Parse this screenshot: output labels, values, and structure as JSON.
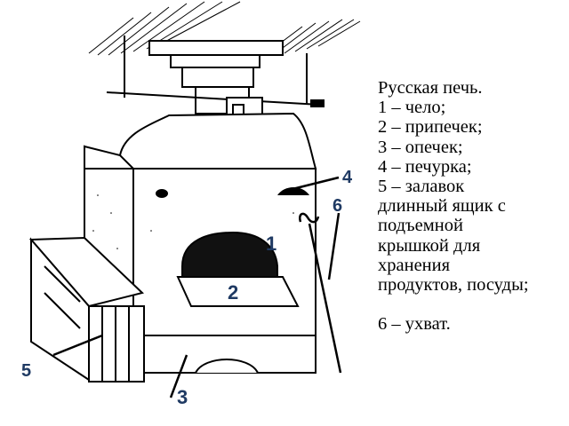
{
  "caption": {
    "title": "Русская печь.",
    "items": [
      "1 – чело;",
      "2 – припечек;",
      "3 – опечек;",
      "4 – печурка;",
      "5 – залавок"
    ],
    "item5_description": [
      "длинный ящик с",
      "подъемной",
      "крышкой для",
      "хранения",
      "продуктов, посуды;"
    ],
    "item6": "6 – ухват."
  },
  "callouts": {
    "n1": "1",
    "n2": "2",
    "n3": "3",
    "n4": "4",
    "n5": "5",
    "n6": "6"
  },
  "colors": {
    "ink": "#000000",
    "callout": "#1f3a63"
  }
}
